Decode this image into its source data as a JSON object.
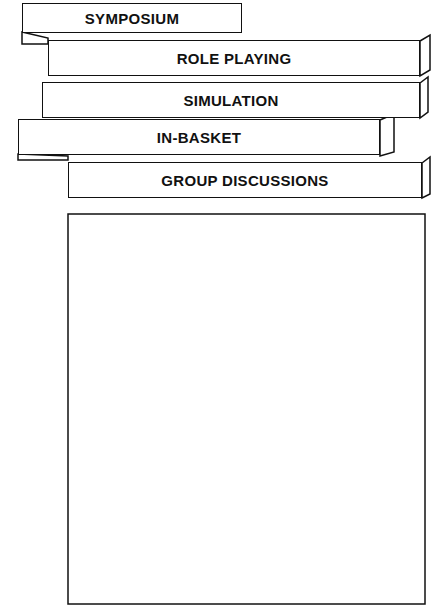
{
  "diagram": {
    "nodes": [
      {
        "text": [
          "SYMPOSIUM"
        ]
      },
      {
        "text": [
          "ROLE PLAYING"
        ]
      },
      {
        "text": [
          "SIMULATION"
        ]
      },
      {
        "text": [
          "IN-BASKET"
        ]
      },
      {
        "text": [
          "GROUP DISCUSSIONS"
        ]
      }
    ]
  }
}
